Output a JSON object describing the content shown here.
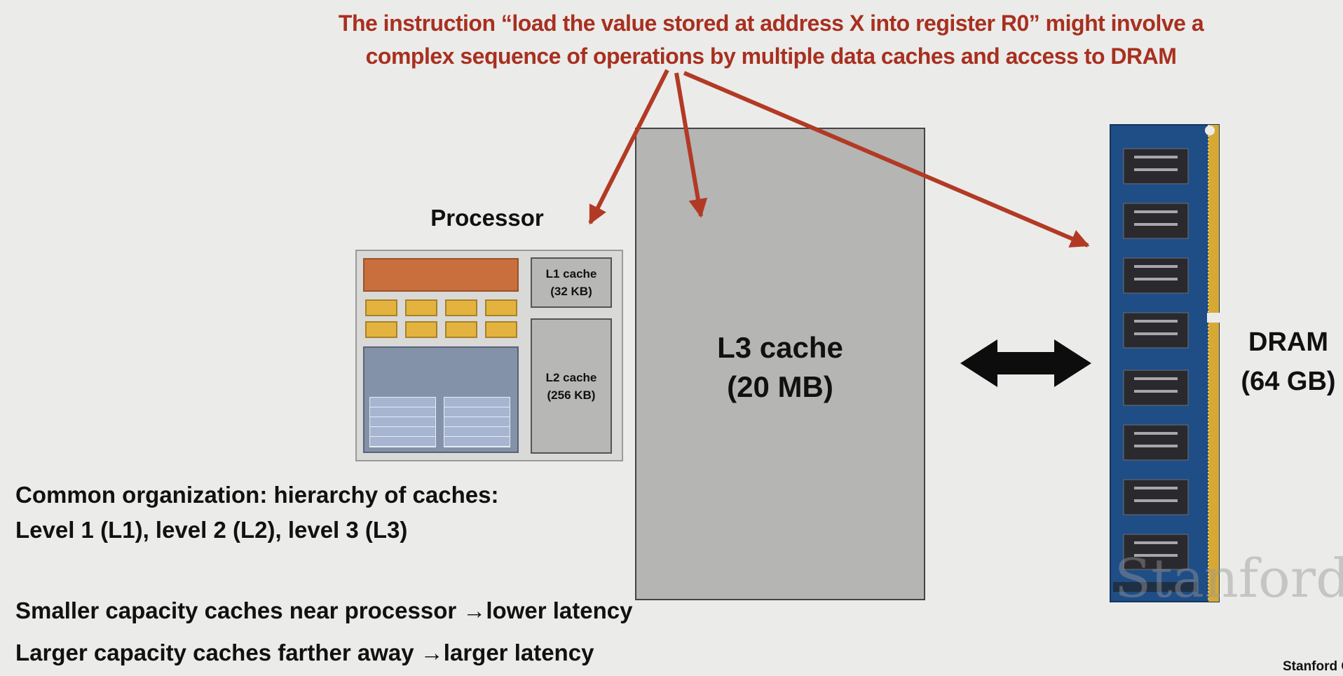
{
  "caption": {
    "line1": "The instruction “load the value stored at address X into register R0” might involve a",
    "line2": "complex sequence of operations by multiple data caches and access to DRAM"
  },
  "processor": {
    "label": "Processor",
    "l1": {
      "line1": "L1 cache",
      "line2": "(32 KB)"
    },
    "l2": {
      "line1": "L2 cache",
      "line2": "(256 KB)"
    }
  },
  "l3": {
    "line1": "L3 cache",
    "line2": "(20 MB)"
  },
  "dram": {
    "line1": "DRAM",
    "line2": "(64 GB)"
  },
  "notes": {
    "line1": "Common organization: hierarchy of caches:",
    "line2": "Level 1 (L1), level 2 (L2), level 3 (L3)",
    "line3": "Smaller capacity caches near processor →lower latency",
    "line4": "Larger capacity caches farther away →larger latency"
  },
  "footer": "Stanford C",
  "watermark": "Stanford",
  "colors": {
    "caption_red": "#a8301f",
    "arrow_red": "#b23a24",
    "core_orange": "#c86f3d",
    "exec_yellow": "#e4b33f",
    "block_blue": "#8492a9",
    "dram_board_blue": "#1f4d86"
  }
}
